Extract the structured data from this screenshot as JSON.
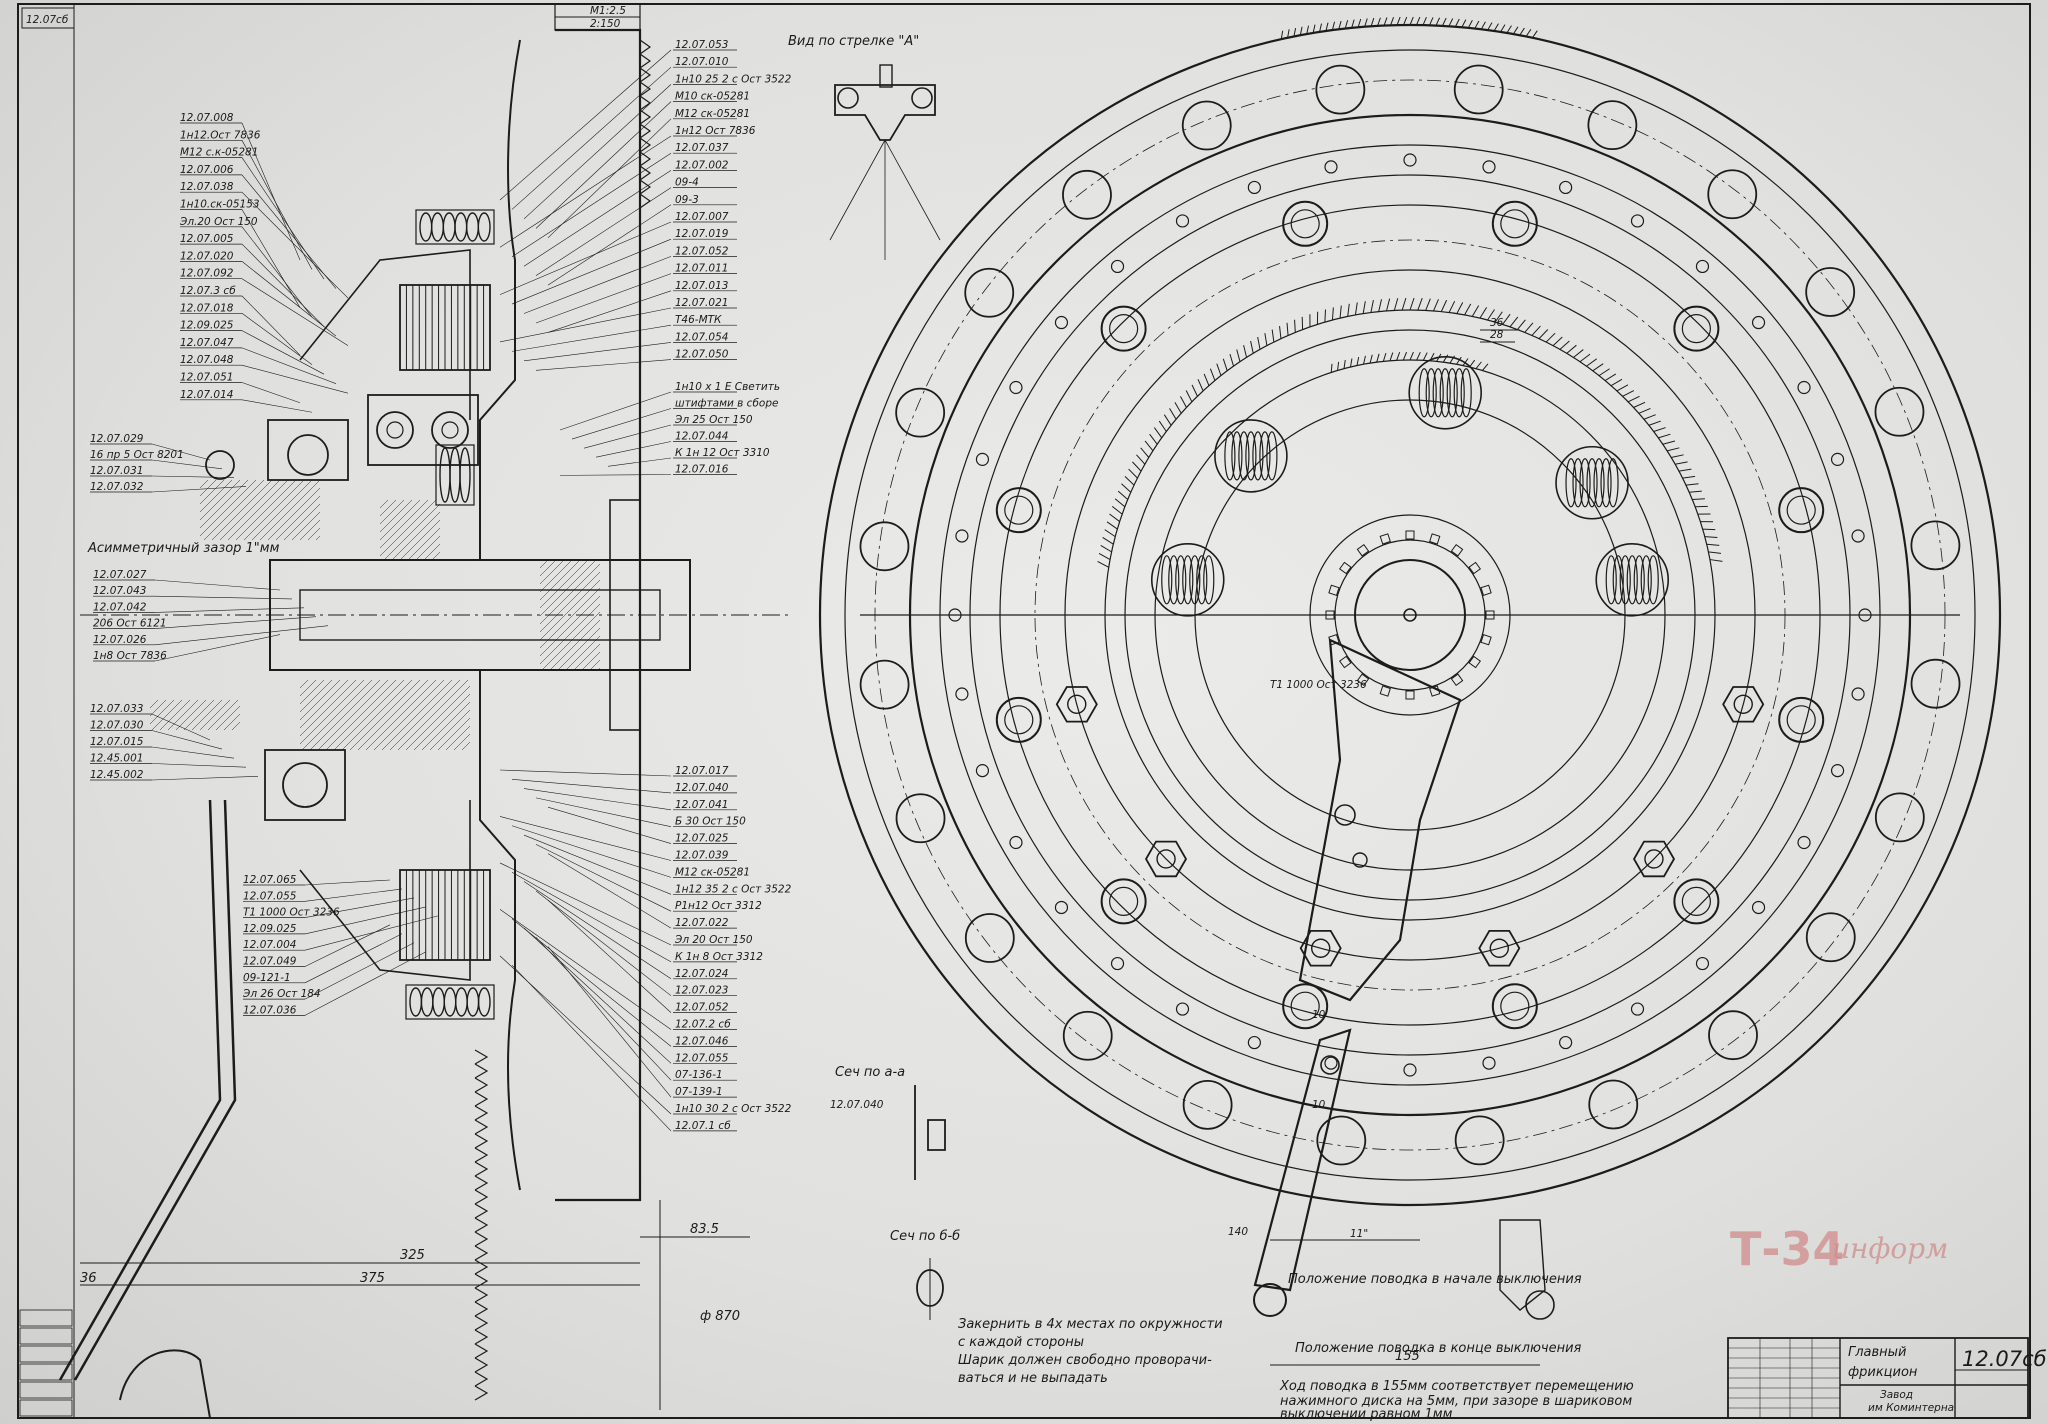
{
  "sheet_number": "12.07сб",
  "corner_stamp": "12.07сб",
  "top_scale": [
    "М1:2.5",
    "2:150"
  ],
  "view_arrow_title": "Вид по стрелке \"А\"",
  "left_labels": [
    "12.07.008",
    "1н12.Ост 7836",
    "М12 с.к-05281",
    "12.07.006",
    "12.07.038",
    "1н10.ск-05153",
    "Эл.20 Ост 150",
    "12.07.005",
    "12.07.020",
    "12.07.092",
    "12.07.3 сб",
    "12.07.018",
    "12.09.025",
    "12.07.047",
    "12.07.048",
    "12.07.051",
    "12.07.014"
  ],
  "left_labels_mid": [
    "12.07.029",
    "16 пр 5 Ост 8201",
    "12.07.031",
    "12.07.032"
  ],
  "left_labels_low": [
    "12.07.027",
    "12.07.043",
    "12.07.042",
    "206 Ост 6121",
    "12.07.026",
    "1н8 Ост 7836"
  ],
  "left_labels_bottom": [
    "12.07.033",
    "12.07.030",
    "12.07.015",
    "12.45.001",
    "12.45.002"
  ],
  "mid_labels": [
    "12.07.065",
    "12.07.055",
    "Т1 1000 Ост 3236",
    "12.09.025",
    "12.07.004",
    "12.07.049",
    "09-121-1",
    "Эл 26 Ост 184",
    "12.07.036"
  ],
  "right_labels_top": [
    "12.07.053",
    "12.07.010",
    "1н10 25 2 с Ост 3522",
    "М10 ск-05281",
    "М12 ск-05281",
    "1н12 Ост 7836",
    "12.07.037",
    "12.07.002",
    "09-4",
    "09-3",
    "12.07.007",
    "12.07.019",
    "12.07.052",
    "12.07.011",
    "12.07.013",
    "12.07.021",
    "Т46-МТК",
    "12.07.054",
    "12.07.050"
  ],
  "right_labels_mid": [
    "1н10 х 1 Е Светить",
    "штифтами в сборе",
    "Эл 25 Ост 150",
    "12.07.044",
    "К 1н 12 Ост 3310",
    "12.07.016"
  ],
  "right_labels_bottom": [
    "12.07.017",
    "12.07.040",
    "12.07.041",
    "Б 30 Ост 150",
    "12.07.025",
    "12.07.039",
    "М12 ск-05281",
    "1н12 35 2 с Ост 3522",
    "Р1н12 Ост 3312",
    "12.07.022",
    "Эл 20 Ост 150",
    "К 1н 8 Ост 3312",
    "12.07.024",
    "12.07.023",
    "12.07.052",
    "12.07.2 сб",
    "12.07.046",
    "12.07.055",
    "07-136-1",
    "07-139-1",
    "1н10 30 2 с Ост 3522",
    "12.07.1 сб"
  ],
  "gap_note": "Асимметричный зазор 1\"мм",
  "section_aa": "Сеч по а-а",
  "section_aa_ref": "12.07.040",
  "section_bb": "Сеч по б-б",
  "ring_label": "Т1 1000 Ост 3236",
  "dims": {
    "d83_5": "83.5",
    "d325": "325",
    "d375": "375",
    "d36": "36",
    "d870": "ф 870",
    "d155": "155",
    "d36b": "36",
    "d28": "28",
    "d11": "11\"",
    "d140": "140",
    "d10a": "10",
    "d10b": "10"
  },
  "lever_note_off": "Положение поводка в начале выключения",
  "lever_note_end": "Положение поводка в конце выключения",
  "note_lines": [
    "Закернить в 4х местах по окружности",
    "с каждой стороны",
    "Шарик должен свободно проворачи-",
    "ваться и не выпадать"
  ],
  "travel_note": [
    "Ход поводка в 155мм соответствует перемещению",
    "нажимного диска на 5мм, при зазоре в шариковом",
    "выключении равном 1мм"
  ],
  "title_block": {
    "name_line1": "Главный",
    "name_line2": "фрикцион",
    "number": "12.07сб",
    "plant_line1": "Завод",
    "plant_line2": "им Коминтерна"
  },
  "watermark": {
    "main": "Т-34",
    "sub": "информ"
  },
  "colors": {
    "ink": "#1c1c1c",
    "paper": "#e6e6e4",
    "watermark": "#d08c8c"
  }
}
